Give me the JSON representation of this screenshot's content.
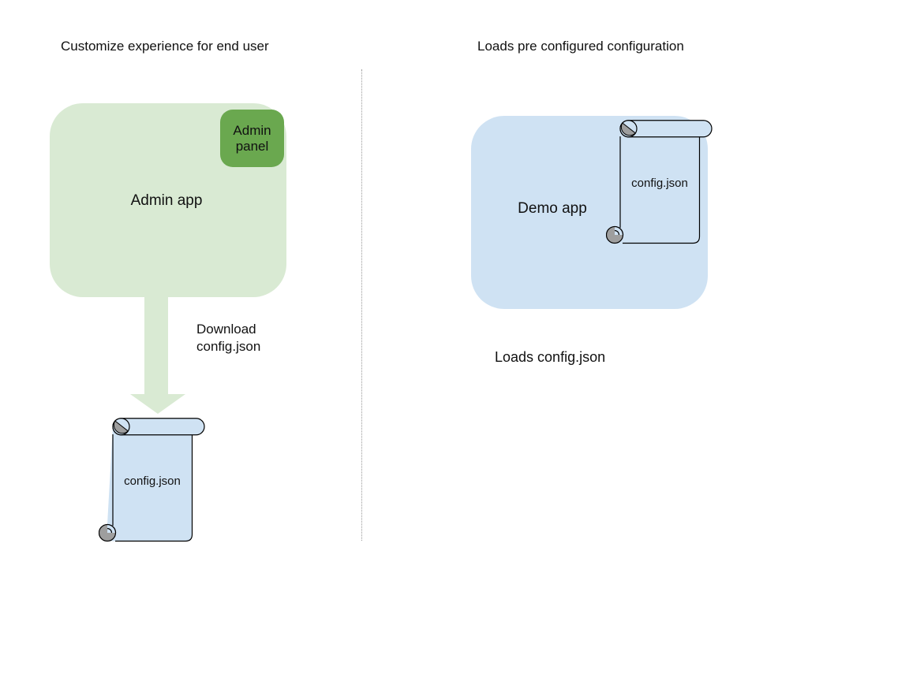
{
  "diagram": {
    "left": {
      "title": "Customize experience for end user",
      "app_label": "Admin app",
      "panel_label": "Admin panel",
      "arrow_caption": "Download config.json",
      "file_label": "config.json"
    },
    "right": {
      "title": "Loads pre configured configuration",
      "app_label": "Demo app",
      "file_label": "config.json",
      "caption": "Loads config.json"
    },
    "colors": {
      "admin_app_fill": "#d9ead3",
      "admin_panel_fill": "#6aa84f",
      "arrow_fill": "#d9ead3",
      "demo_app_fill": "#cfe2f3",
      "scroll_fill": "#cfe2f3",
      "scroll_curl_fill": "#9e9e9e",
      "outline": "#000000",
      "divider": "#999999",
      "text": "#111111"
    }
  }
}
